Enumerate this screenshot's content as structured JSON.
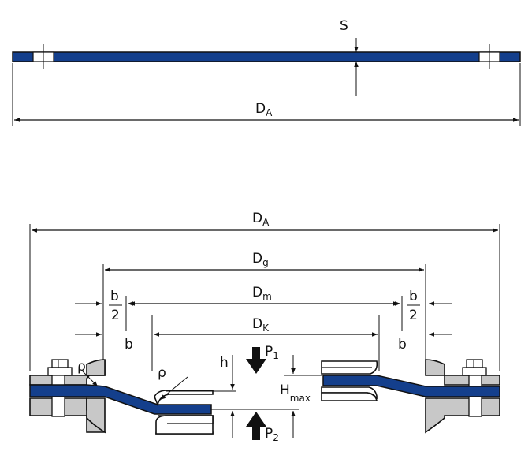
{
  "colors": {
    "spring": "#143f8c",
    "housing": "#c8c8c8",
    "outline": "#111111",
    "background": "#ffffff"
  },
  "labels": {
    "S": "S",
    "D": "D",
    "A": "A",
    "g": "g",
    "m": "m",
    "K": "K",
    "b": "b",
    "two": "2",
    "h": "h",
    "P": "P",
    "one": "1",
    "two_sub": "2",
    "H": "H",
    "max": "max",
    "rho": "ρ"
  }
}
